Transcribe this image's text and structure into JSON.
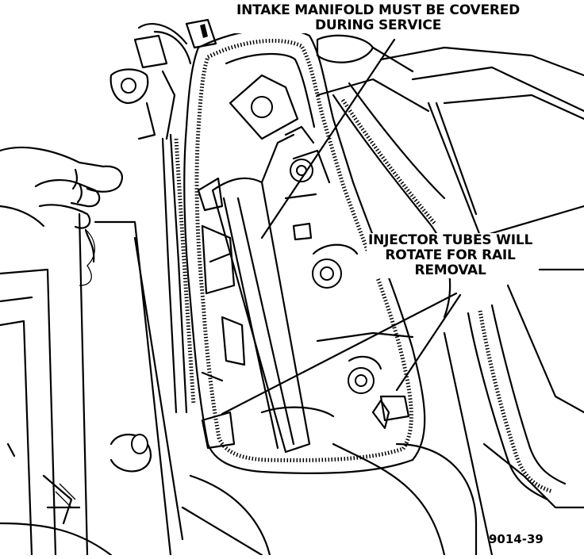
{
  "callouts": {
    "intake_manifold": [
      "INTAKE MANIFOLD MUST BE COVERED",
      "DURING SERVICE"
    ],
    "injector_tubes": [
      "INJECTOR TUBES WILL",
      "ROTATE FOR RAIL",
      "REMOVAL"
    ]
  },
  "figure_number": "9014-39",
  "colors": {
    "ink": "#000000",
    "paper": "#ffffff"
  },
  "icons": [
    "hand-illustration",
    "fuel-rail",
    "injector-tube",
    "wire-harness",
    "intake-manifold"
  ]
}
